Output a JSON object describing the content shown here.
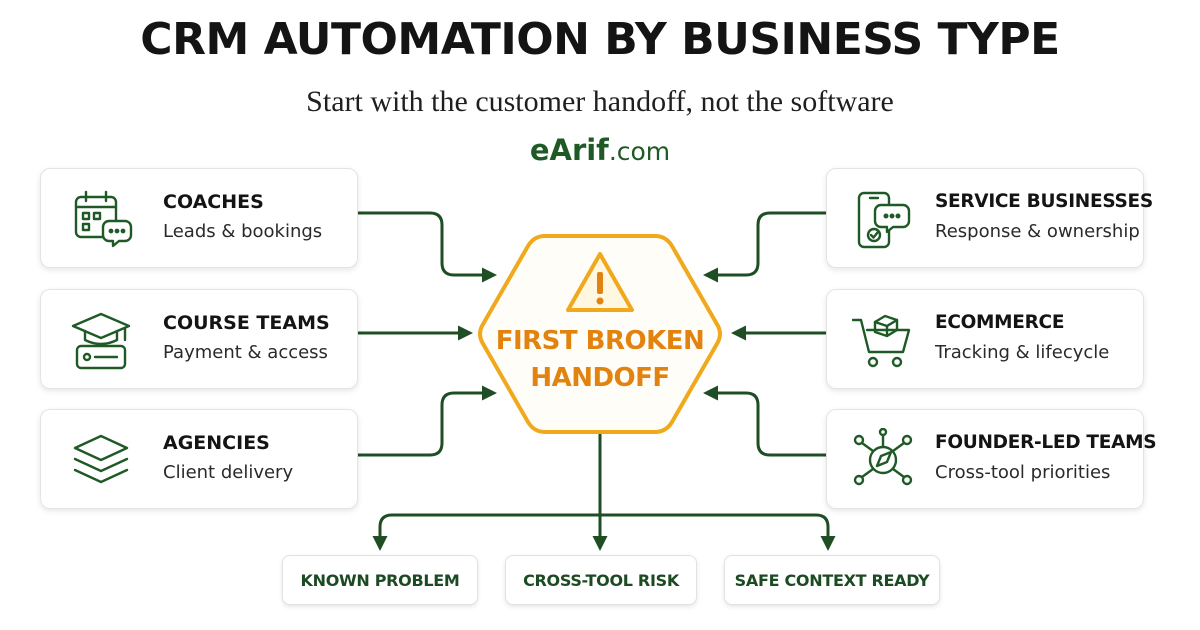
{
  "header": {
    "title": "CRM AUTOMATION BY BUSINESS TYPE",
    "subtitle": "Start with the customer handoff, not the software",
    "brand_name": "eArif",
    "brand_domain": ".com"
  },
  "left_cards": [
    {
      "title": "COACHES",
      "subtitle": "Leads & bookings",
      "icon": "calendar-chat-icon"
    },
    {
      "title": "COURSE TEAMS",
      "subtitle": "Payment & access",
      "icon": "graduation-card-icon"
    },
    {
      "title": "AGENCIES",
      "subtitle": "Client delivery",
      "icon": "layers-icon"
    }
  ],
  "right_cards": [
    {
      "title": "SERVICE BUSINESSES",
      "subtitle": "Response & ownership",
      "icon": "phone-chat-icon"
    },
    {
      "title": "ECOMMERCE",
      "subtitle": "Tracking & lifecycle",
      "icon": "shopping-cart-icon"
    },
    {
      "title": "FOUNDER-LED TEAMS",
      "subtitle": "Cross-tool priorities",
      "icon": "network-compass-icon"
    }
  ],
  "center": {
    "line1": "FIRST BROKEN",
    "line2": "HANDOFF",
    "icon": "warning-icon"
  },
  "outcomes": [
    "KNOWN PROBLEM",
    "CROSS-TOOL RISK",
    "SAFE CONTEXT READY"
  ],
  "colors": {
    "accent_green": "#1f5a26",
    "hexagon_orange": "#f0a81c",
    "label_orange": "#e2830f",
    "title_text": "#141414"
  }
}
